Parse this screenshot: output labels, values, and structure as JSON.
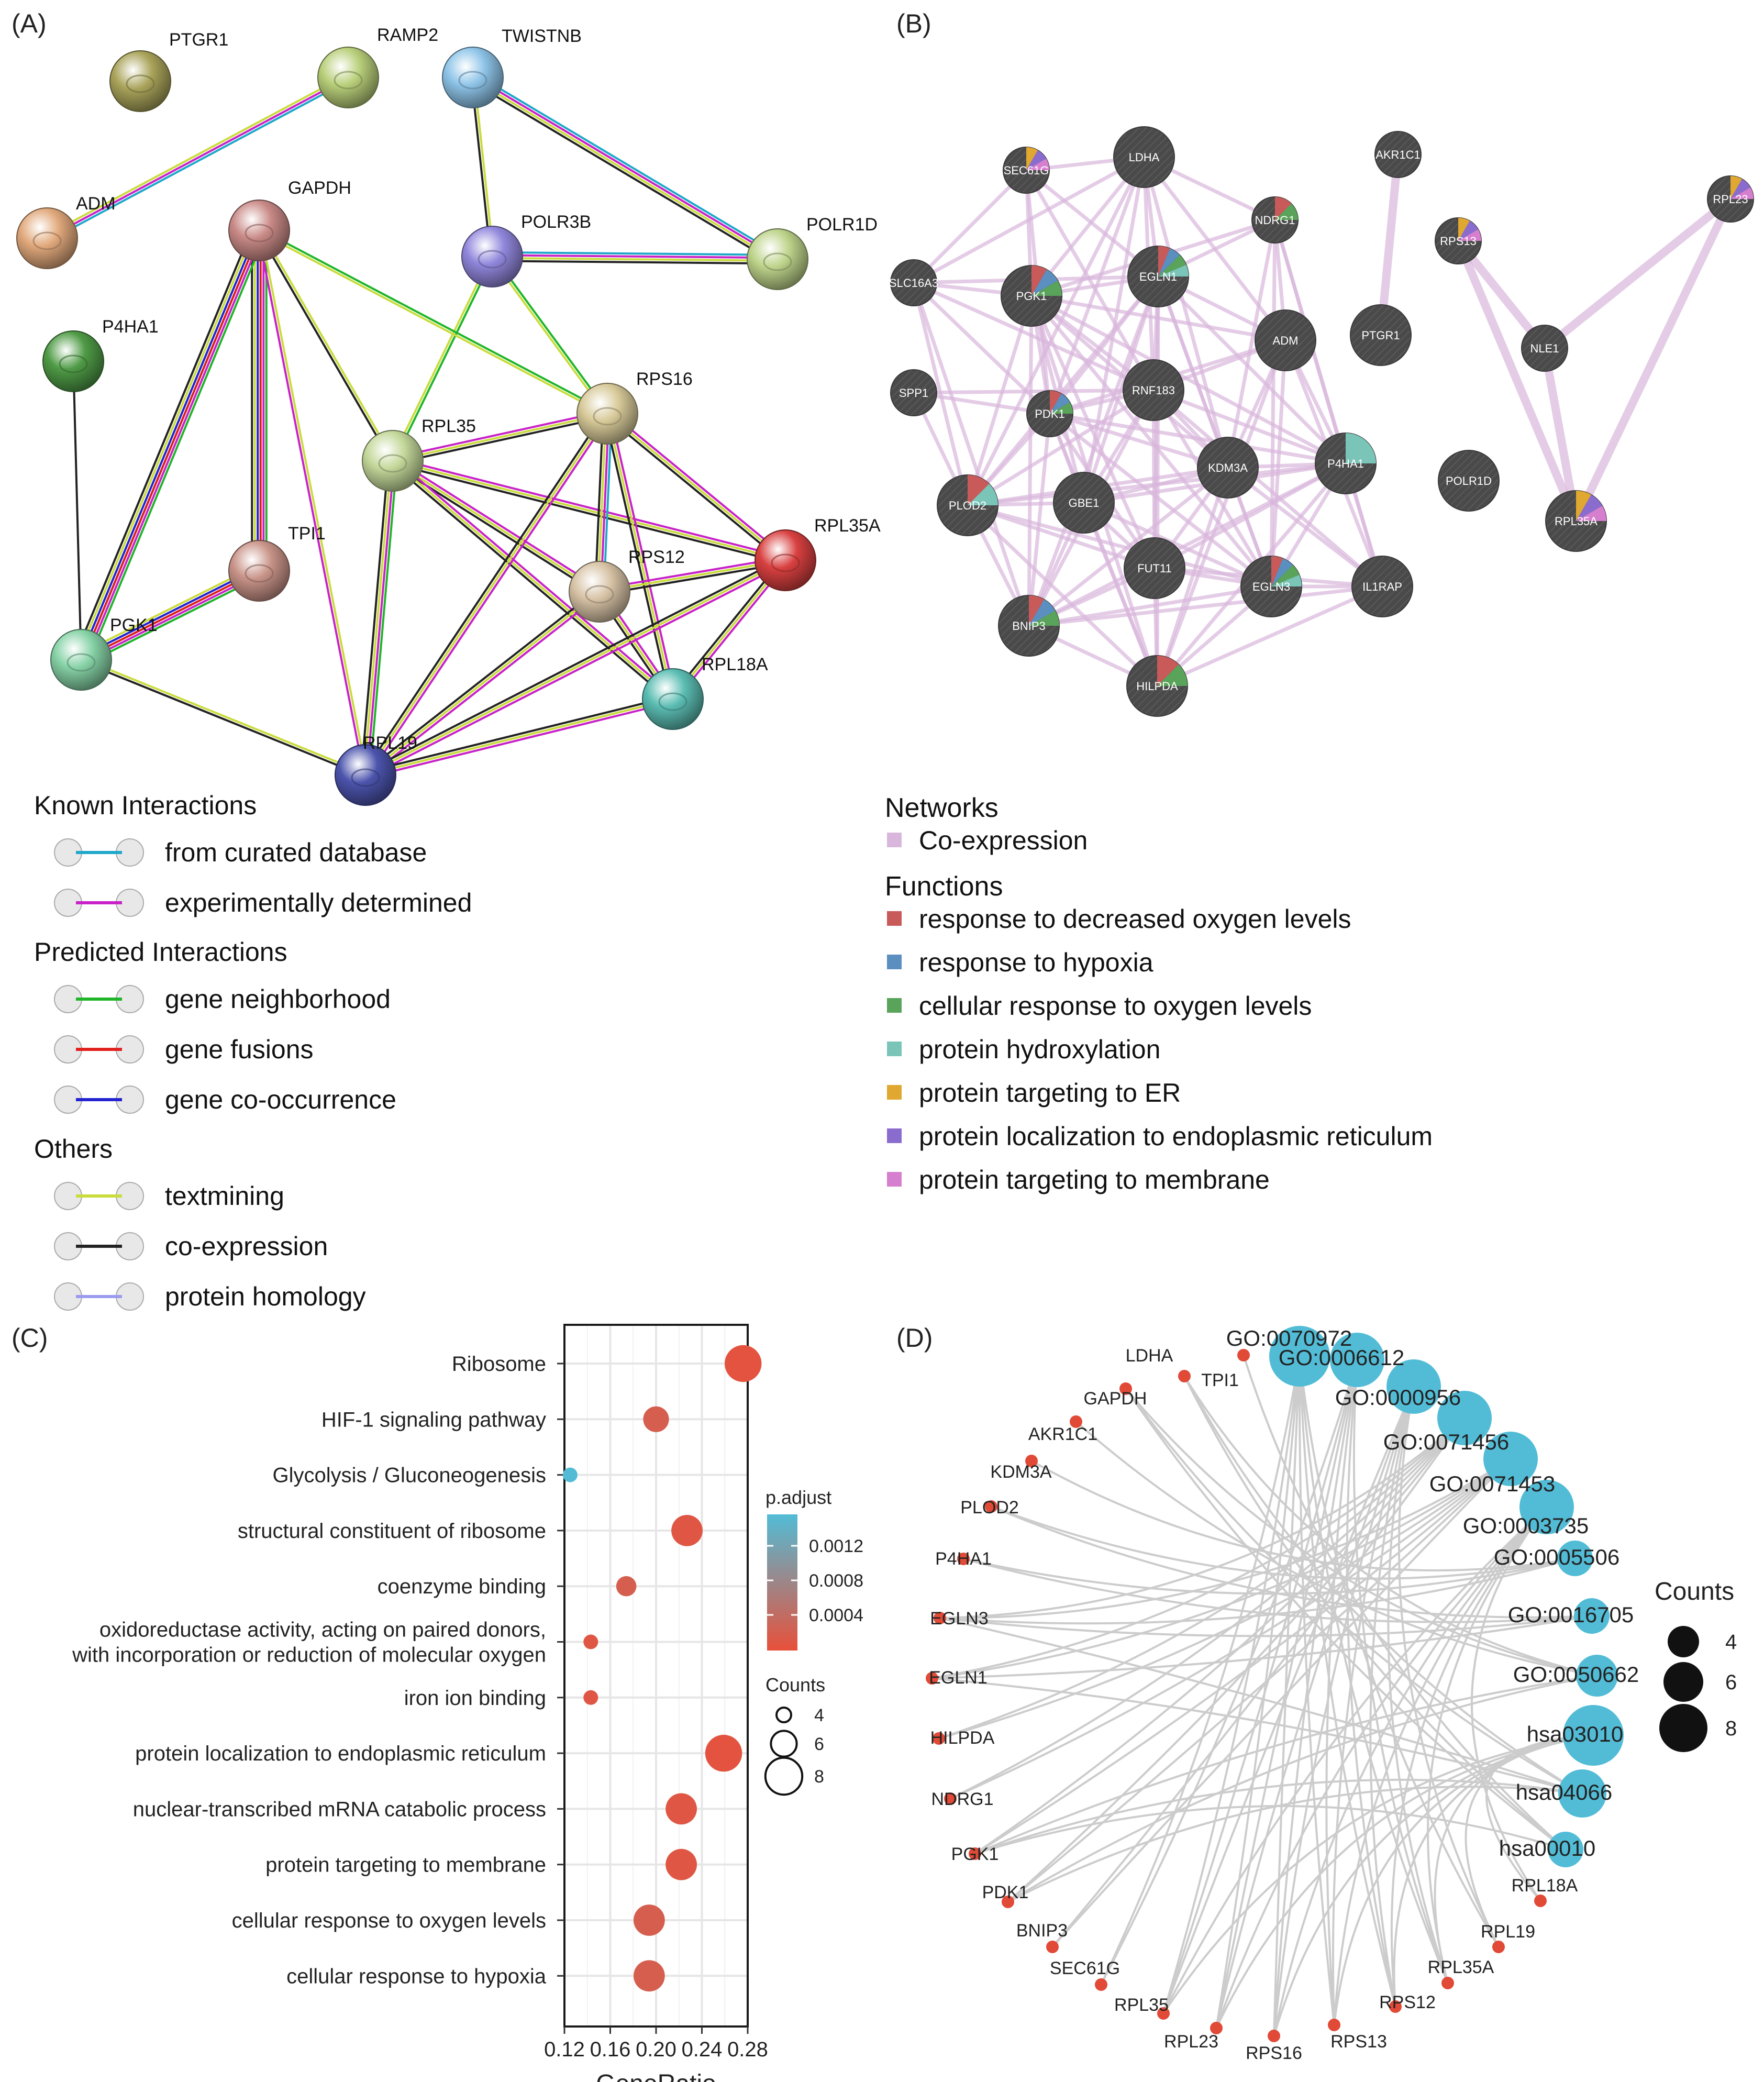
{
  "panels": {
    "A": {
      "label": "(A)",
      "nodes": [
        {
          "id": "PTGR1",
          "color": "#a9a35a"
        },
        {
          "id": "RAMP2",
          "color": "#b9cf7a"
        },
        {
          "id": "TWISTNB",
          "color": "#8ec4e8"
        },
        {
          "id": "ADM",
          "color": "#e1a97c"
        },
        {
          "id": "GAPDH",
          "color": "#c98a87"
        },
        {
          "id": "POLR3B",
          "color": "#9187dc"
        },
        {
          "id": "POLR1D",
          "color": "#bed48b"
        },
        {
          "id": "P4HA1",
          "color": "#4f9b46"
        },
        {
          "id": "RPS16",
          "color": "#d7c998"
        },
        {
          "id": "RPL35",
          "color": "#c4d89a"
        },
        {
          "id": "TPI1",
          "color": "#c99489"
        },
        {
          "id": "RPL35A",
          "color": "#d94040"
        },
        {
          "id": "RPS12",
          "color": "#d7c2a5"
        },
        {
          "id": "PGK1",
          "color": "#86d2a6"
        },
        {
          "id": "RPL18A",
          "color": "#5bbdb3"
        },
        {
          "id": "RPL19",
          "color": "#4c54ad"
        }
      ],
      "edges": [
        [
          "RAMP2",
          "ADM",
          [
            "#1fa8c9",
            "#c822c8",
            "#c9dc3c"
          ]
        ],
        [
          "TWISTNB",
          "POLR3B",
          [
            "#c9dc3c",
            "#222222"
          ]
        ],
        [
          "TWISTNB",
          "POLR1D",
          [
            "#1fa8c9",
            "#c822c8",
            "#c9dc3c",
            "#222222"
          ]
        ],
        [
          "POLR3B",
          "POLR1D",
          [
            "#1fa8c9",
            "#c822c8",
            "#c9dc3c",
            "#222222"
          ]
        ],
        [
          "POLR3B",
          "RPL35",
          [
            "#1fb52a",
            "#c9dc3c"
          ]
        ],
        [
          "POLR3B",
          "RPS16",
          [
            "#1fb52a",
            "#c9dc3c"
          ]
        ],
        [
          "GAPDH",
          "TPI1",
          [
            "#1fb52a",
            "#c822c8",
            "#d91e1e",
            "#2222d0",
            "#c9dc3c",
            "#222222"
          ]
        ],
        [
          "GAPDH",
          "PGK1",
          [
            "#1fb52a",
            "#c822c8",
            "#d91e1e",
            "#2222d0",
            "#c9dc3c",
            "#222222"
          ]
        ],
        [
          "GAPDH",
          "RPL35",
          [
            "#c9dc3c",
            "#222222"
          ]
        ],
        [
          "GAPDH",
          "RPS16",
          [
            "#1fb52a",
            "#c9dc3c"
          ]
        ],
        [
          "GAPDH",
          "RPL19",
          [
            "#c9dc3c",
            "#c822c8"
          ]
        ],
        [
          "TPI1",
          "PGK1",
          [
            "#1fb52a",
            "#c822c8",
            "#d91e1e",
            "#2222d0",
            "#c9dc3c"
          ]
        ],
        [
          "P4HA1",
          "PGK1",
          [
            "#222222"
          ]
        ],
        [
          "PGK1",
          "RPL19",
          [
            "#c9dc3c",
            "#222222"
          ]
        ],
        [
          "RPL35",
          "RPS16",
          [
            "#c822c8",
            "#c9dc3c",
            "#222222"
          ]
        ],
        [
          "RPL35",
          "RPL35A",
          [
            "#c822c8",
            "#c9dc3c",
            "#222222"
          ]
        ],
        [
          "RPL35",
          "RPS12",
          [
            "#c822c8",
            "#c9dc3c",
            "#222222"
          ]
        ],
        [
          "RPL35",
          "RPL18A",
          [
            "#c822c8",
            "#c9dc3c",
            "#222222"
          ]
        ],
        [
          "RPL35",
          "RPL19",
          [
            "#1fb52a",
            "#c822c8",
            "#c9dc3c",
            "#222222"
          ]
        ],
        [
          "RPS16",
          "RPS12",
          [
            "#1fa8c9",
            "#c822c8",
            "#c9dc3c",
            "#222222"
          ]
        ],
        [
          "RPS16",
          "RPL35A",
          [
            "#c822c8",
            "#c9dc3c",
            "#222222"
          ]
        ],
        [
          "RPS16",
          "RPL18A",
          [
            "#c822c8",
            "#c9dc3c",
            "#222222"
          ]
        ],
        [
          "RPS16",
          "RPL19",
          [
            "#c822c8",
            "#c9dc3c",
            "#222222"
          ]
        ],
        [
          "RPS12",
          "RPL35A",
          [
            "#c822c8",
            "#c9dc3c",
            "#222222"
          ]
        ],
        [
          "RPS12",
          "RPL18A",
          [
            "#c822c8",
            "#c9dc3c",
            "#222222"
          ]
        ],
        [
          "RPS12",
          "RPL19",
          [
            "#c822c8",
            "#c9dc3c",
            "#222222"
          ]
        ],
        [
          "RPL35A",
          "RPL18A",
          [
            "#c822c8",
            "#c9dc3c",
            "#222222"
          ]
        ],
        [
          "RPL35A",
          "RPL19",
          [
            "#c822c8",
            "#c9dc3c",
            "#222222"
          ]
        ],
        [
          "RPL18A",
          "RPL19",
          [
            "#c822c8",
            "#c9dc3c",
            "#222222"
          ]
        ]
      ],
      "legend": [
        {
          "header": "Known Interactions"
        },
        {
          "label": "from curated database",
          "color": "#1fa8c9"
        },
        {
          "label": "experimentally determined",
          "color": "#c822c8"
        },
        {
          "header": "Predicted Interactions"
        },
        {
          "label": "gene neighborhood",
          "color": "#1fb52a"
        },
        {
          "label": "gene fusions",
          "color": "#e0201e"
        },
        {
          "label": "gene co-occurrence",
          "color": "#2222d0"
        },
        {
          "header": "Others"
        },
        {
          "label": "textmining",
          "color": "#c9dc3c"
        },
        {
          "label": "co-expression",
          "color": "#222222"
        },
        {
          "label": "protein homology",
          "color": "#9a9aee"
        }
      ]
    },
    "B": {
      "label": "(B)",
      "node_color": "#4a4a4a",
      "edge_color": "#d9b7dc",
      "nodes": [
        {
          "id": "SEC61G",
          "big": false,
          "f": [
            "#e0a830",
            "#8a6ccf",
            "#d77fcf"
          ]
        },
        {
          "id": "LDHA",
          "big": true,
          "f": []
        },
        {
          "id": "AKR1C1",
          "big": false,
          "f": []
        },
        {
          "id": "NDRG1",
          "big": false,
          "f": [
            "#c95a5a",
            "#5aa35a"
          ]
        },
        {
          "id": "RPL23",
          "big": false,
          "f": [
            "#e0a830",
            "#8a6ccf",
            "#d77fcf"
          ]
        },
        {
          "id": "RPS13",
          "big": false,
          "f": [
            "#e0a830",
            "#8a6ccf",
            "#d77fcf"
          ]
        },
        {
          "id": "SLC16A3",
          "big": false,
          "f": []
        },
        {
          "id": "PGK1",
          "big": true,
          "f": [
            "#c95a5a",
            "#5a8fc0",
            "#5aa35a"
          ]
        },
        {
          "id": "EGLN1",
          "big": true,
          "f": [
            "#c95a5a",
            "#5a8fc0",
            "#5aa35a",
            "#7ac4b8"
          ]
        },
        {
          "id": "ADM",
          "big": true,
          "f": []
        },
        {
          "id": "PTGR1",
          "big": true,
          "f": []
        },
        {
          "id": "NLE1",
          "big": false,
          "f": []
        },
        {
          "id": "SPP1",
          "big": false,
          "f": []
        },
        {
          "id": "PDK1",
          "big": false,
          "f": [
            "#c95a5a",
            "#5a8fc0",
            "#5aa35a"
          ]
        },
        {
          "id": "RNF183",
          "big": true,
          "f": []
        },
        {
          "id": "KDM3A",
          "big": true,
          "f": []
        },
        {
          "id": "P4HA1",
          "big": true,
          "f": [
            "#7ac4b8"
          ]
        },
        {
          "id": "POLR1D",
          "big": true,
          "f": []
        },
        {
          "id": "RPL35A",
          "big": true,
          "f": [
            "#e0a830",
            "#8a6ccf",
            "#d77fcf"
          ]
        },
        {
          "id": "PLOD2",
          "big": true,
          "f": [
            "#c95a5a",
            "#7ac4b8"
          ]
        },
        {
          "id": "GBE1",
          "big": true,
          "f": []
        },
        {
          "id": "FUT11",
          "big": true,
          "f": []
        },
        {
          "id": "EGLN3",
          "big": true,
          "f": [
            "#c95a5a",
            "#5a8fc0",
            "#5aa35a",
            "#7ac4b8"
          ]
        },
        {
          "id": "IL1RAP",
          "big": true,
          "f": []
        },
        {
          "id": "BNIP3",
          "big": true,
          "f": [
            "#c95a5a",
            "#5a8fc0",
            "#5aa35a"
          ]
        },
        {
          "id": "HILPDA",
          "big": true,
          "f": [
            "#c95a5a",
            "#5aa35a"
          ]
        }
      ],
      "legend": {
        "networks_title": "Networks",
        "networks": [
          {
            "label": "Co-expression",
            "color": "#d9b7dc"
          }
        ],
        "functions_title": "Functions",
        "functions": [
          {
            "label": "response to decreased oxygen levels",
            "color": "#c95a5a"
          },
          {
            "label": "response to hypoxia",
            "color": "#5a8fc0"
          },
          {
            "label": "cellular response to oxygen levels",
            "color": "#5aa35a"
          },
          {
            "label": "protein hydroxylation",
            "color": "#7ac4b8"
          },
          {
            "label": "protein targeting to ER",
            "color": "#e0a830"
          },
          {
            "label": "protein localization to endoplasmic reticulum",
            "color": "#8a6ccf"
          },
          {
            "label": "protein targeting to membrane",
            "color": "#d77fcf"
          }
        ]
      }
    },
    "C": {
      "label": "(C)"
    },
    "D": {
      "label": "(D)",
      "gene_color": "#e04a36",
      "term_color": "#52bcd6",
      "link_color": "#cccccc",
      "genes": [
        "LDHA",
        "TPI1",
        "GAPDH",
        "AKR1C1",
        "KDM3A",
        "PLOD2",
        "P4HA1",
        "EGLN3",
        "EGLN1",
        "HILPDA",
        "NDRG1",
        "PGK1",
        "PDK1",
        "BNIP3",
        "SEC61G",
        "RPL35",
        "RPL23",
        "RPS16",
        "RPS13",
        "RPS12",
        "RPL35A",
        "RPL19",
        "RPL18A"
      ],
      "terms": [
        {
          "id": "GO:0070972",
          "count": 8
        },
        {
          "id": "GO:0006612",
          "count": 7
        },
        {
          "id": "GO:0000956",
          "count": 7
        },
        {
          "id": "GO:0071456",
          "count": 7
        },
        {
          "id": "GO:0071453",
          "count": 7
        },
        {
          "id": "GO:0003735",
          "count": 7
        },
        {
          "id": "GO:0005506",
          "count": 4
        },
        {
          "id": "GO:0016705",
          "count": 4
        },
        {
          "id": "GO:0050662",
          "count": 5
        },
        {
          "id": "hsa03010",
          "count": 8
        },
        {
          "id": "hsa04066",
          "count": 6
        },
        {
          "id": "hsa00010",
          "count": 4
        }
      ],
      "legend": {
        "title": "Counts",
        "sizes": [
          4,
          6,
          8
        ]
      }
    }
  },
  "chart_data": {
    "type": "scatter",
    "title": "",
    "xlabel": "GeneRatio",
    "ylabel": "",
    "xlim": [
      0.12,
      0.28
    ],
    "xticks": [
      0.12,
      0.16,
      0.2,
      0.24,
      0.28
    ],
    "xtick_labels": [
      "0.12",
      "0.16",
      "0.20",
      "0.24",
      "0.28"
    ],
    "categories": [
      "Ribosome",
      "HIF-1 signaling pathway",
      "Glycolysis / Gluconeogenesis",
      "structural constituent of ribosome",
      "coenzyme binding",
      "oxidoreductase activity, acting on paired donors,\nwith incorporation or reduction of molecular oxygen",
      "iron ion binding",
      "protein localization to endoplasmic reticulum",
      "nuclear-transcribed mRNA catabolic process",
      "protein targeting to membrane",
      "cellular response to oxygen levels",
      "cellular response to hypoxia"
    ],
    "gene_ratio": [
      0.276,
      0.2,
      0.125,
      0.227,
      0.174,
      0.143,
      0.143,
      0.259,
      0.222,
      0.222,
      0.194,
      0.194
    ],
    "counts": [
      8,
      6,
      4,
      7,
      5,
      4,
      4,
      8,
      7,
      7,
      7,
      7
    ],
    "p_adjust": [
      5e-05,
      0.0002,
      0.0016,
      0.0001,
      0.0002,
      0.0001,
      0.0001,
      5e-05,
      0.0001,
      0.0001,
      0.0002,
      0.0002
    ],
    "color_legend": {
      "title": "p.adjust",
      "ticks": [
        "0.0012",
        "0.0008",
        "0.0004"
      ],
      "low_color": "#e8503a",
      "high_color": "#52bcd6"
    },
    "size_legend": {
      "title": "Counts",
      "values": [
        4,
        6,
        8
      ]
    },
    "grid": true
  }
}
